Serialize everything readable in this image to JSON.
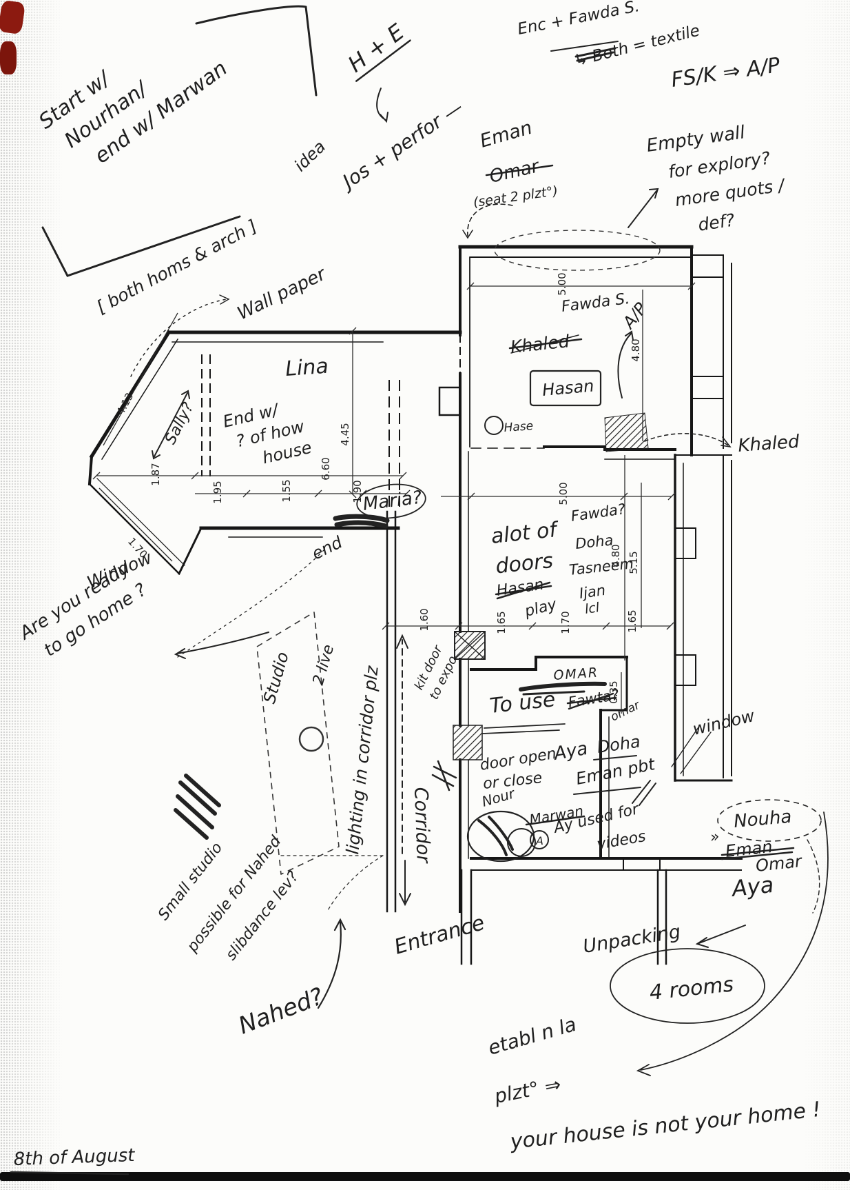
{
  "sketch": {
    "date_note": "8th of August",
    "quote": "your house is not your home !",
    "planning": {
      "start_note": [
        "Start w/",
        "Nourhan/",
        "end w/ Marwan"
      ],
      "he_note": {
        "title": "H + E",
        "idea": "idea",
        "detail": "Jos + perfor —"
      },
      "enc_note": {
        "line1": "Enc + Fawda S.",
        "line2": "↳ Both = textile"
      },
      "fsk_note": "FS/K ⇒ A/P",
      "eman_note": {
        "name1": "Eman",
        "name2_crossed": "Omar",
        "detail": "(seat 2 plzt°)"
      },
      "empty_wall_note": [
        "Empty wall",
        "for explory?",
        "more quots /",
        "def?"
      ],
      "arch_note": "[ both homs & arch ]",
      "wallpaper_note": "Wall paper",
      "are_you_ready": [
        "Are you ready",
        "to go home ?"
      ],
      "etabl_note": [
        "etabl n la",
        "plzt° ⇒"
      ],
      "unpacking": "Unpacking",
      "four_rooms": "4 rooms",
      "nahed_question": "Nahed?",
      "entrance": "Entrance"
    },
    "rooms": {
      "left": {
        "label": "Lina",
        "note": [
          "End w/",
          "? of how",
          "house"
        ],
        "side_note": "Sally?",
        "window": "Window",
        "maria": "Maria?",
        "end_note": "end"
      },
      "top_right": {
        "name1": "Fawda S.",
        "name2_crossed": "Khaled",
        "name3_boxed": "Hasan",
        "ap": "A/P",
        "hase": "Hase",
        "khaled_arrow": "Khaled"
      },
      "middle": {
        "note": [
          "alot of",
          "doors"
        ],
        "names": [
          "Fawda?",
          "Doha",
          "Tasneem",
          "Ijan",
          "lcl"
        ],
        "crossed_name": "Hasan",
        "play": "play"
      },
      "bottom": {
        "omar_caps": "OMAR",
        "to_use": "To use",
        "fawta_crossed": "Fawta?",
        "omar_small": "omar",
        "door_note": [
          "door open",
          "or close",
          "Nour"
        ],
        "aya": "Aya",
        "doha": "Doha",
        "eman_pbt": "Eman pbt",
        "marwan_crossed": "Marwan",
        "a_circled": "A",
        "ay_used": [
          "Ay used for",
          "videos"
        ],
        "window": "window"
      },
      "right_names": {
        "nouha": "Nouha",
        "eman_crossed": "Eman",
        "omar": "Omar",
        "aya": "Aya",
        "chevrons": "»"
      },
      "corridor": {
        "label": "Corridor",
        "kit_door": [
          "kit door",
          "to expo"
        ],
        "lighting": "lighting in corridor plz"
      },
      "studio": {
        "label": "Studio",
        "live": "2 live",
        "small_note": [
          "Small studio",
          "possible for Nahed",
          "slibdance lev?"
        ]
      }
    },
    "dimensions": {
      "d413": "4.13",
      "d187": "1.87",
      "d170_window": "1.70",
      "d195": "1.95",
      "d155": "1.55",
      "d660": "6.60",
      "d190": "1.90",
      "d445": "4.45",
      "d500_top": "5.00",
      "d480_top": "4.80",
      "d500_mid": "5.00",
      "d480_mid": "4.80",
      "d515": "5.15",
      "d160": "1.60",
      "d165_a": "1.65",
      "d170_b": "1.70",
      "d165_b": "1.65",
      "d035": "0.35"
    }
  }
}
